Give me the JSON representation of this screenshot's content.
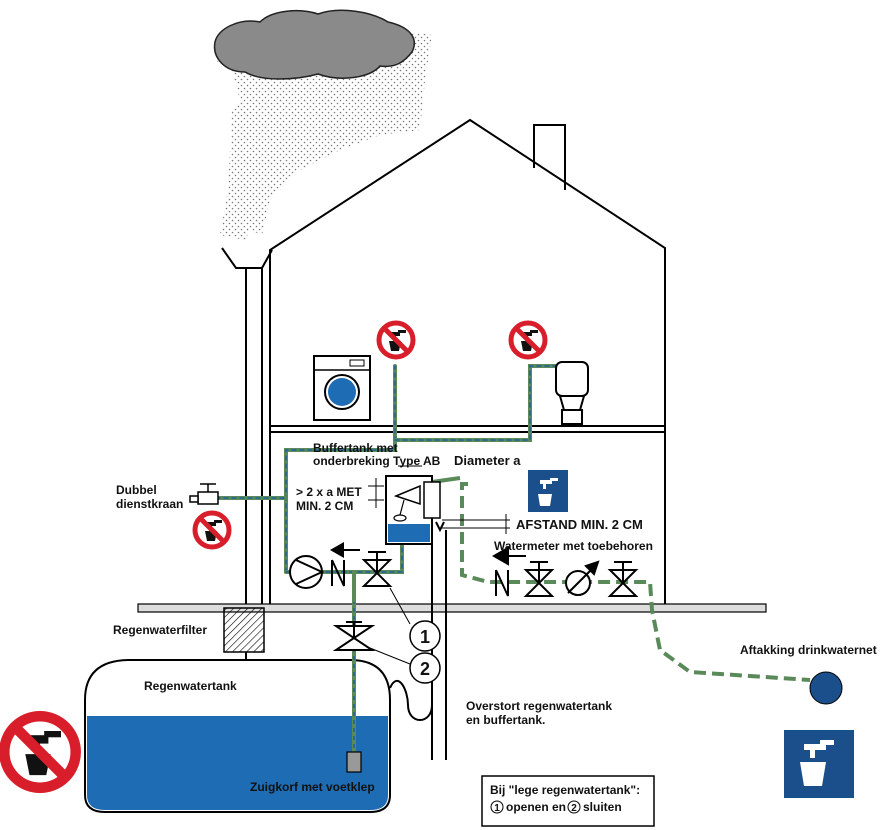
{
  "labels": {
    "buffertank_line1": "Buffertank met",
    "buffertank_line2": "onderbreking Type AB",
    "diameter": "Diameter a",
    "twice_line1": "> 2 x a MET",
    "twice_line2": "MIN. 2 CM",
    "afstand": "AFSTAND MIN. 2 CM",
    "watermeter": "Watermeter met toebehoren",
    "dubbel_line1": "Dubbel",
    "dubbel_line2": "dienstkraan",
    "regenwaterfilter": "Regenwaterfilter",
    "regenwatertank": "Regenwatertank",
    "aftakking": "Aftakking drinkwaternet",
    "overstort_line1": "Overstort regenwatertank",
    "overstort_line2": "en buffertank.",
    "zuigkorf": "Zuigkorf met voetklep",
    "note_line1": "Bij \"lege regenwatertank\":",
    "note_line2": "openen en",
    "note_line3": "sluiten",
    "num1": "1",
    "num2": "2"
  },
  "colors": {
    "pipe_green": "#5a8a5a",
    "rain_blue": "#1f5fa0",
    "water_blue": "#1e6cb4",
    "forbid_red": "#d81e2a",
    "cloud_gray": "#8a8a8a",
    "sign_blue": "#1a4f8c"
  },
  "icons": [
    "no-drinking-icon",
    "drinking-water-icon",
    "cloud-icon",
    "washing-machine-icon",
    "toilet-icon",
    "pump-icon",
    "valve-icon"
  ]
}
